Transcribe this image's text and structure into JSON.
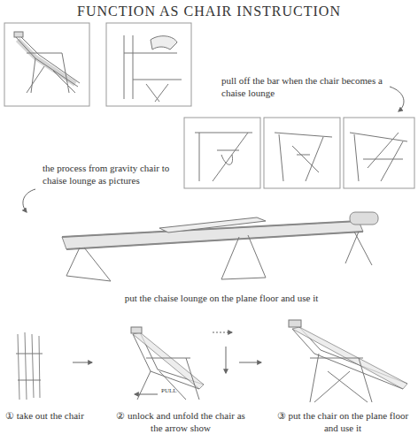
{
  "diagram": {
    "title": "FUNCTION AS CHAIR INSTRUCTION",
    "labels": [
      "pull off the bar when the chair becomes a chaise lounge",
      "the process from gravity chair to chaise lounge as pictures",
      "put the chaise lounge on the plane floor and use it",
      "PULL",
      "① take out the chair",
      "② unlock and unfold the chair as the arrow show",
      "③ put the chair on the plane floor and use it"
    ]
  }
}
